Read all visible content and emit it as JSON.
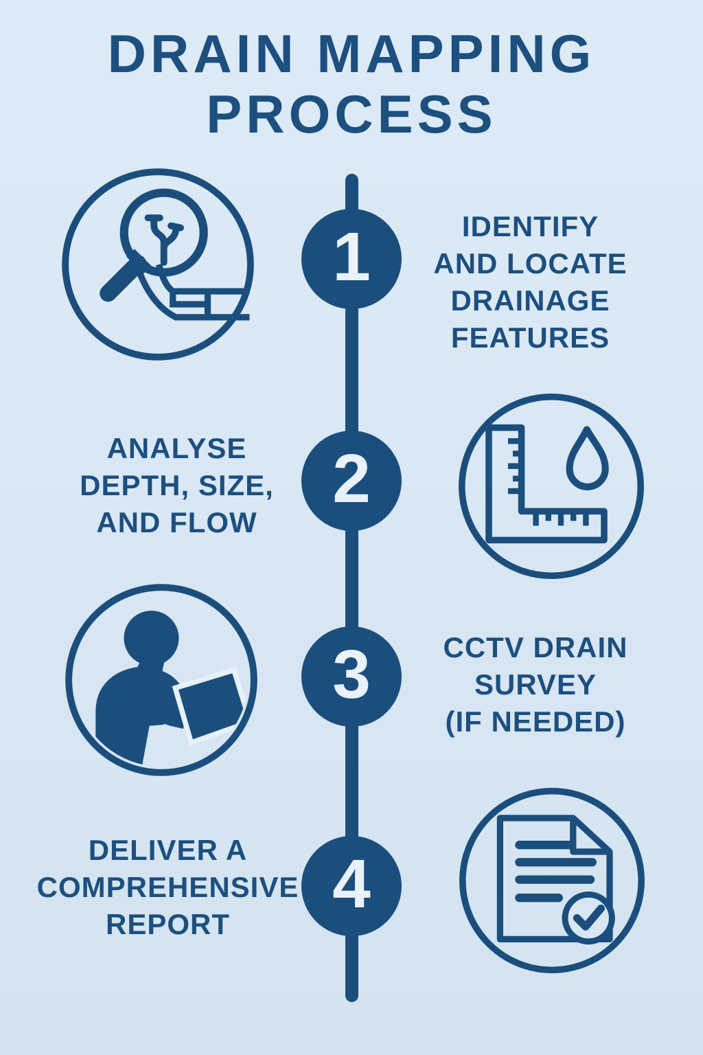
{
  "title_lines": [
    "DRAIN MAPPING",
    "PROCESS"
  ],
  "colors": {
    "background": "#d8e7f3",
    "primary_blue": "#1b4e7c",
    "text_blue": "#1d4f7f",
    "number_text": "#e9f2fa",
    "icon_inner_fill": "#e7f1fa"
  },
  "timeline": {
    "orientation": "vertical",
    "step_count": 4
  },
  "steps": [
    {
      "number": "1",
      "label": "IDENTIFY AND LOCATE DRAINAGE FEATURES",
      "lines": [
        "IDENTIFY",
        "AND LOCATE",
        "DRAINAGE",
        "FEATURES"
      ],
      "icon": "magnifier-drain-map-icon",
      "icon_side": "left",
      "text_side": "right"
    },
    {
      "number": "2",
      "label": "ANALYSE DEPTH, SIZE, AND FLOW",
      "lines": [
        "ANALYSE",
        "DEPTH, SIZE,",
        "AND FLOW"
      ],
      "icon": "ruler-water-droplet-icon",
      "icon_side": "right",
      "text_side": "left"
    },
    {
      "number": "3",
      "label": "CCTV DRAIN SURVEY (IF NEEDED)",
      "lines": [
        "CCTV DRAIN",
        "SURVEY",
        "(IF NEEDED)"
      ],
      "icon": "surveyor-laptop-icon",
      "icon_side": "left",
      "text_side": "right"
    },
    {
      "number": "4",
      "label": "DELIVER A COMPREHENSIVE REPORT",
      "lines": [
        "DELIVER A",
        "COMPREHENSIVE",
        "REPORT"
      ],
      "icon": "report-checkmark-icon",
      "icon_side": "right",
      "text_side": "left"
    }
  ]
}
